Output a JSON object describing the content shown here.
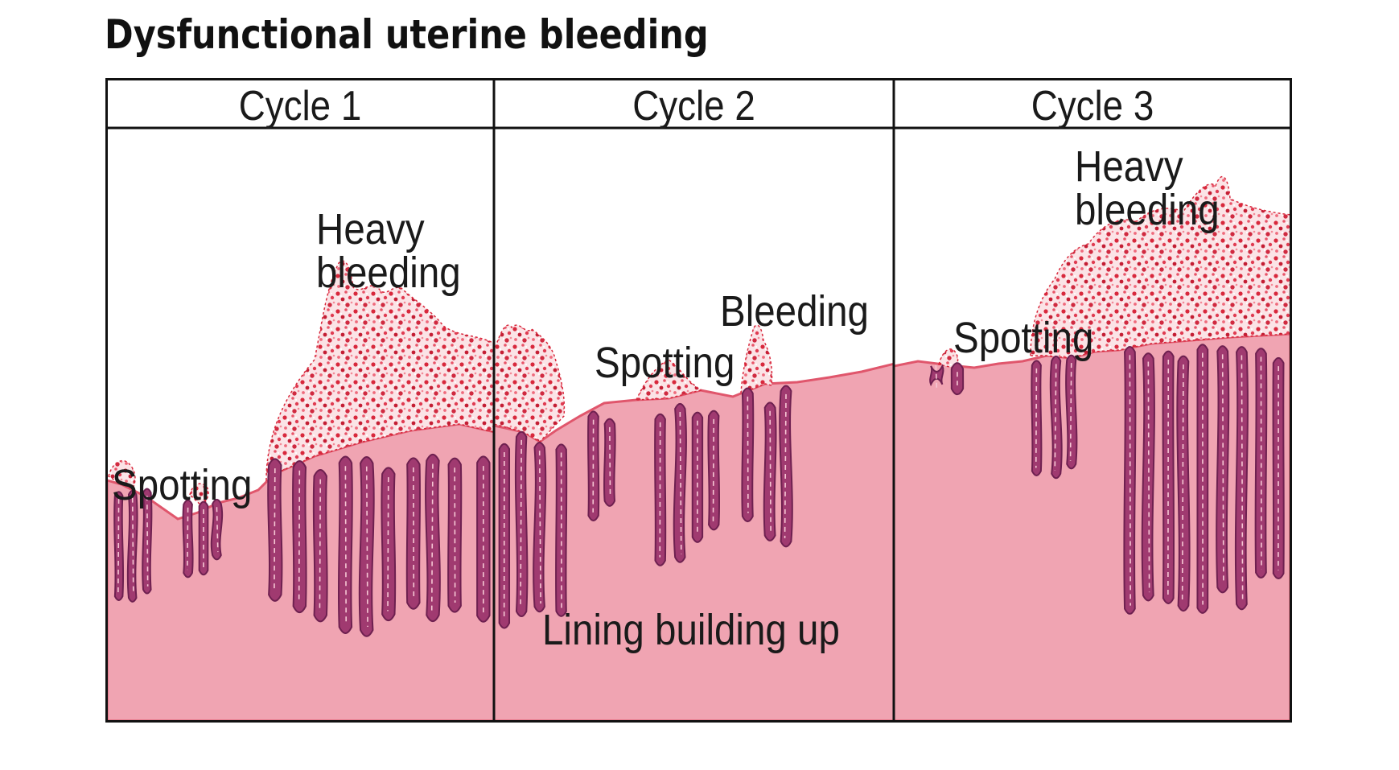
{
  "title": "Dysfunctional uterine bleeding",
  "cycles": [
    {
      "label": "Cycle 1"
    },
    {
      "label": "Cycle 2"
    },
    {
      "label": "Cycle 3"
    }
  ],
  "annotations": {
    "c1_spotting": "Spotting",
    "c1_heavy_line1": "Heavy",
    "c1_heavy_line2": "bleeding",
    "c2_spotting": "Spotting",
    "c2_bleeding": "Bleeding",
    "c3_spotting": "Spotting",
    "c3_heavy_line1": "Heavy",
    "c3_heavy_line2": "bleeding",
    "lining": "Lining building up"
  },
  "colors": {
    "tissue": "#f0a4b2",
    "tissue_edge": "#e0566c",
    "gland": "#a03a70",
    "gland_edge": "#6e2050",
    "blood": "#d8283c",
    "border": "#111111"
  }
}
